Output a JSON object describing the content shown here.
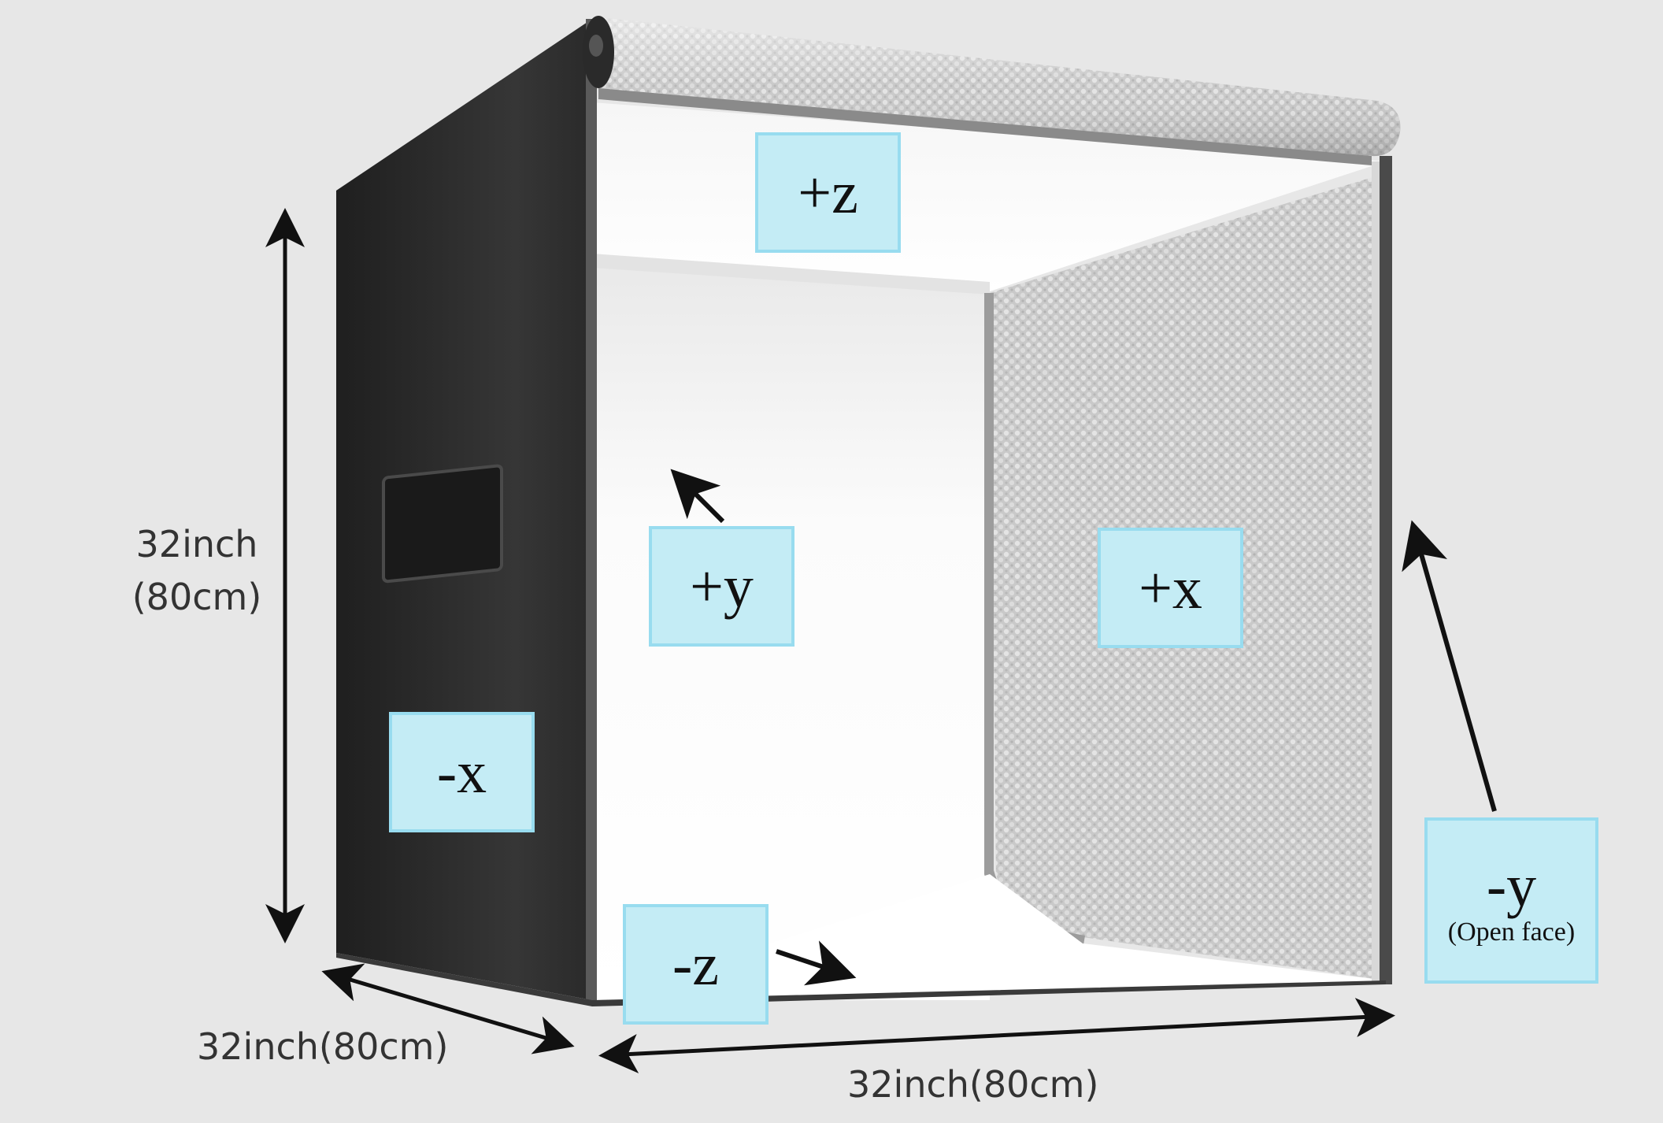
{
  "faces": {
    "pos_z": "+z",
    "pos_y": "+y",
    "pos_x": "+x",
    "neg_x": "-x",
    "neg_z": "-z",
    "neg_y": "-y",
    "neg_y_note": "(Open face)"
  },
  "dimensions": {
    "height_line1": "32inch",
    "height_line2": "(80cm)",
    "depth": "32inch(80cm)",
    "width": "32inch(80cm)"
  },
  "colors": {
    "label_fill": "#c4ecf5",
    "label_border": "#98dcef",
    "background": "#e7e7e7",
    "box_exterior": "#2b2b2b"
  }
}
